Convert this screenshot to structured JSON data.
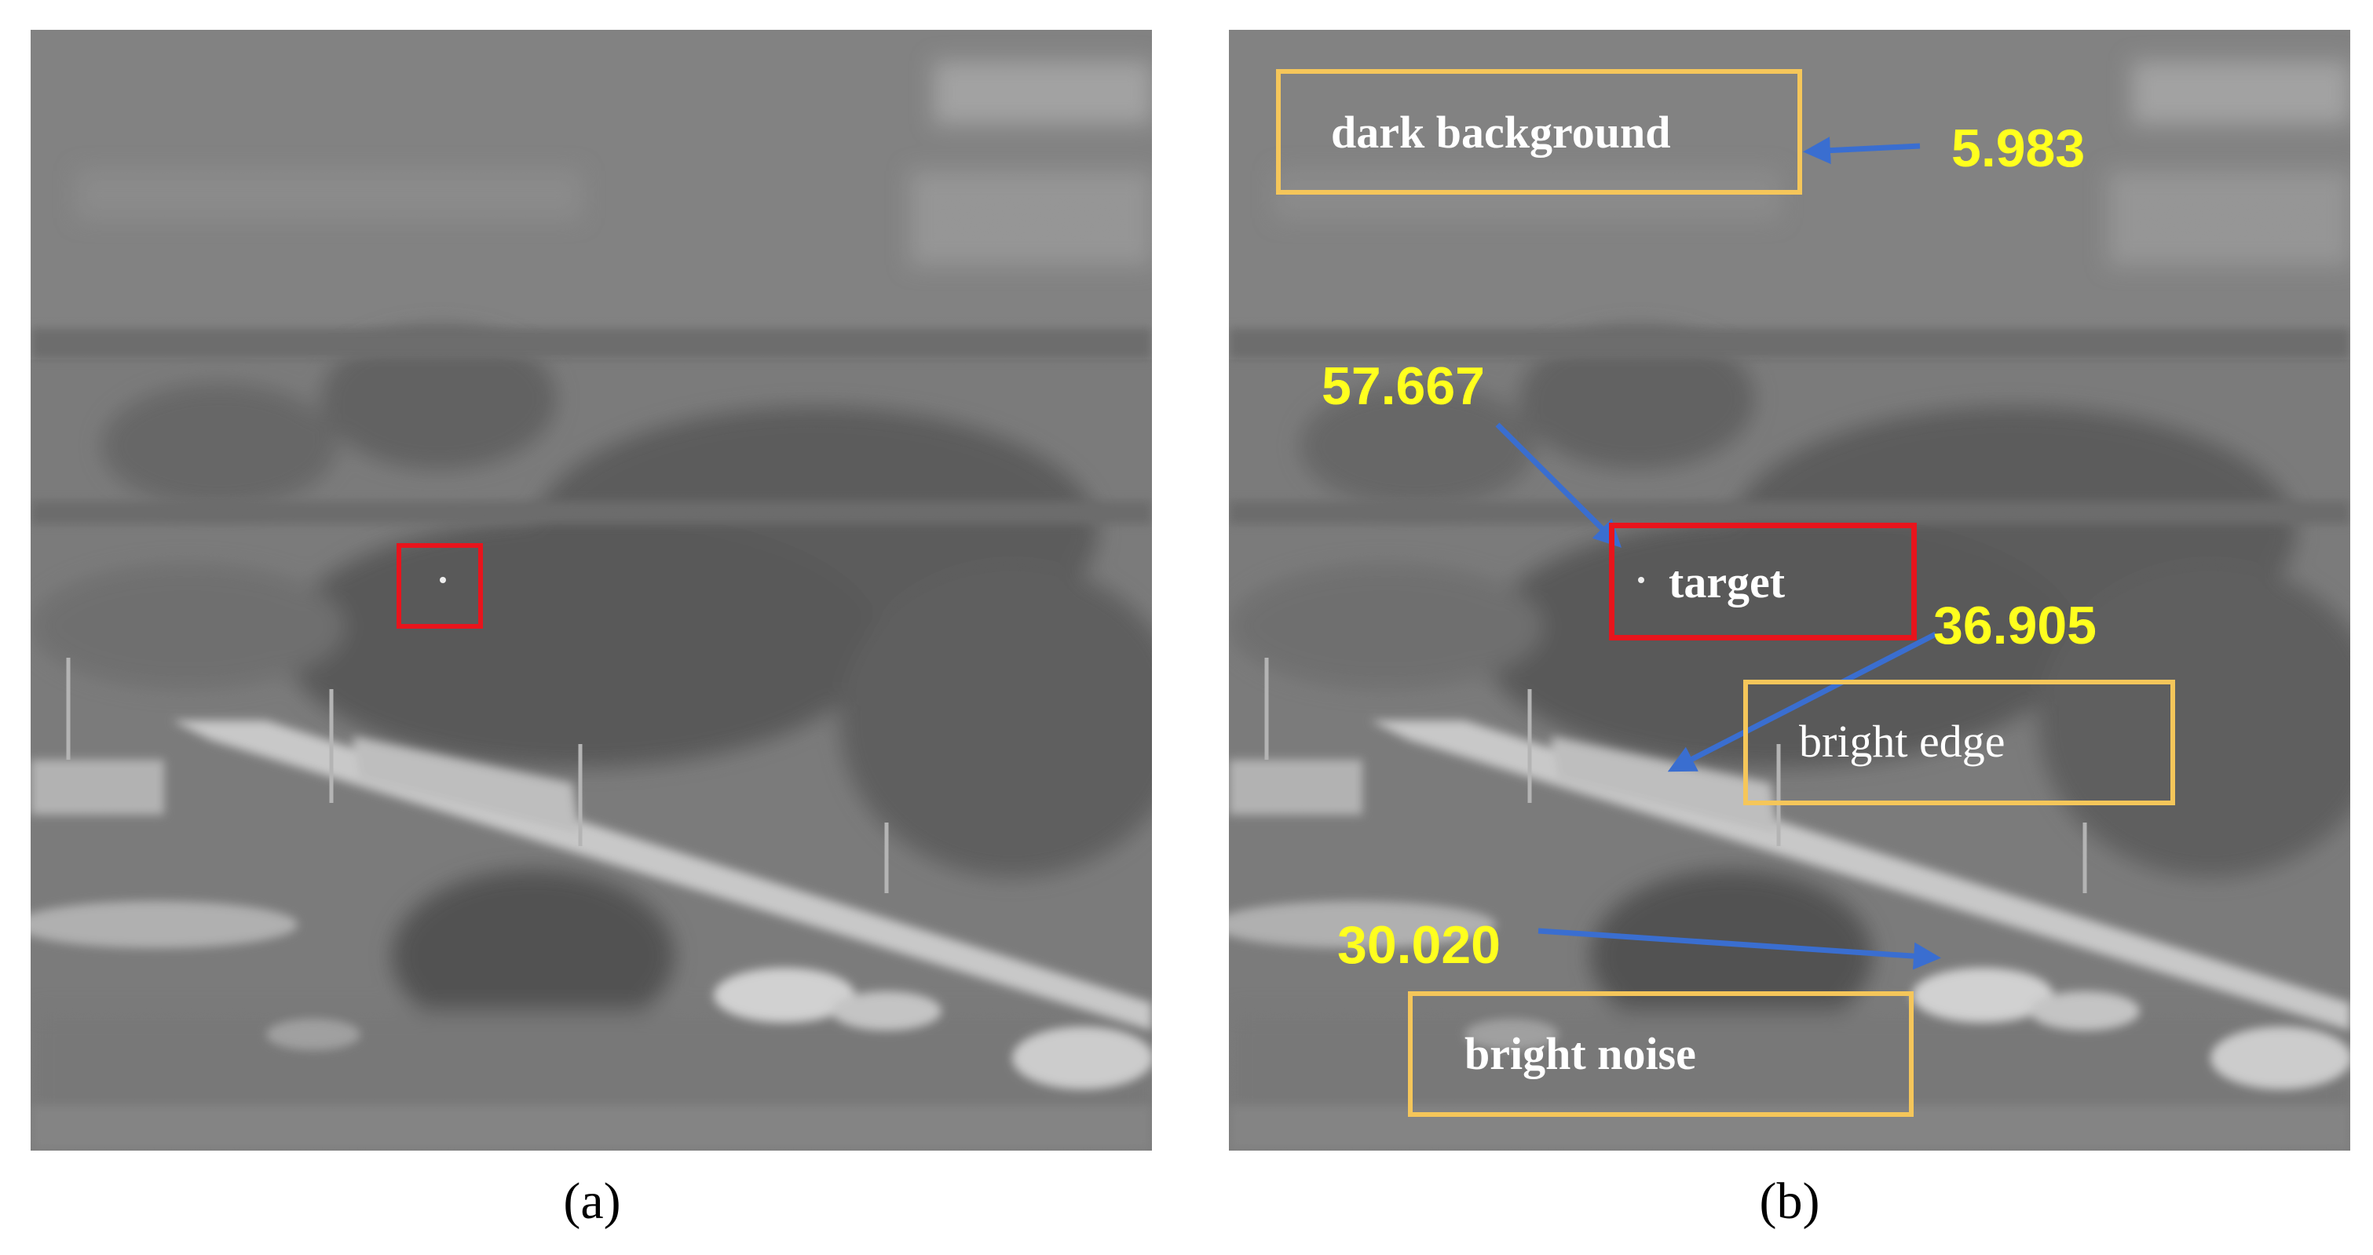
{
  "captions": {
    "a": "(a)",
    "b": "(b)"
  },
  "colors": {
    "target_box": "#e8141c",
    "region_box": "#f5c65a",
    "value_text": "#ffff1e",
    "arrow": "#3a6ed0",
    "label_text": "#ffffff"
  },
  "panel_b": {
    "labels": {
      "dark_background": "dark background",
      "target": "target",
      "bright_edge": "bright edge",
      "bright_noise": "bright noise"
    },
    "values": {
      "dark_background": "5.983",
      "target": "57.667",
      "bright_edge": "36.905",
      "bright_noise": "30.020"
    }
  }
}
